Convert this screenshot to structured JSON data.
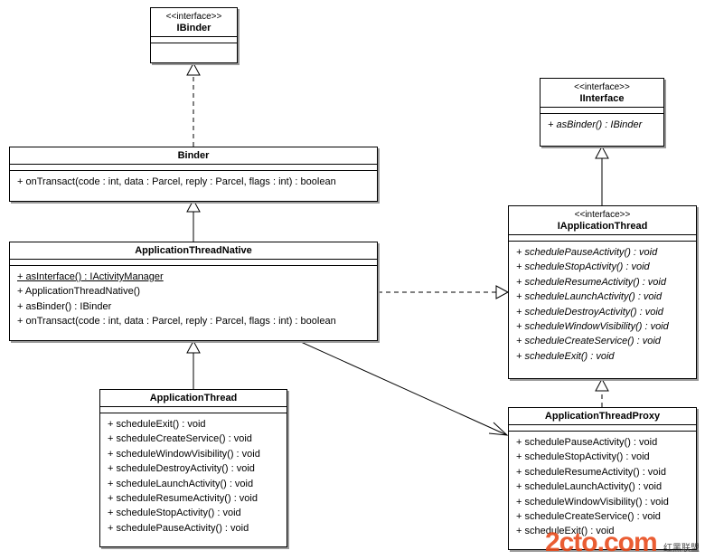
{
  "classes": {
    "ibinder": {
      "stereotype": "<<interface>>",
      "name": "IBinder"
    },
    "binder": {
      "name": "Binder",
      "ops": [
        "+ onTransact(code : int, data : Parcel, reply : Parcel, flags : int) : boolean"
      ]
    },
    "iinterface": {
      "stereotype": "<<interface>>",
      "name": "IInterface",
      "ops": [
        "+ asBinder() : IBinder"
      ]
    },
    "iapplicationthread": {
      "stereotype": "<<interface>>",
      "name": "IApplicationThread",
      "ops": [
        "+ schedulePauseActivity() : void",
        "+ scheduleStopActivity() : void",
        "+ scheduleResumeActivity() : void",
        "+ scheduleLaunchActivity() : void",
        "+ scheduleDestroyActivity() : void",
        "+ scheduleWindowVisibility() : void",
        "+ scheduleCreateService() : void",
        "+ scheduleExit() : void"
      ]
    },
    "applicationthreadnative": {
      "name": "ApplicationThreadNative",
      "ops": [
        "+ asInterface() : IActivityManager",
        "+ ApplicationThreadNative()",
        "+ asBinder() : IBinder",
        "+ onTransact(code : int, data : Parcel, reply : Parcel, flags : int) : boolean"
      ]
    },
    "applicationthread": {
      "name": "ApplicationThread",
      "ops": [
        "+ scheduleExit() : void",
        "+ scheduleCreateService() : void",
        "+ scheduleWindowVisibility() : void",
        "+ scheduleDestroyActivity() : void",
        "+ scheduleLaunchActivity() : void",
        "+ scheduleResumeActivity() : void",
        "+ scheduleStopActivity() : void",
        "+ schedulePauseActivity() : void"
      ]
    },
    "applicationthreadproxy": {
      "name": "ApplicationThreadProxy",
      "ops": [
        "+ schedulePauseActivity() : void",
        "+ scheduleStopActivity() : void",
        "+ scheduleResumeActivity() : void",
        "+ scheduleLaunchActivity() : void",
        "+ scheduleWindowVisibility() : void",
        "+ scheduleCreateService() : void",
        "+ scheduleExit() : void"
      ]
    }
  },
  "watermark": {
    "main": "2cto",
    "suffix": ".com",
    "sub": "红黑联盟"
  },
  "colors": {
    "line": "#000000",
    "shadow": "#9a9a9a",
    "watermark": "#e84c1d"
  }
}
